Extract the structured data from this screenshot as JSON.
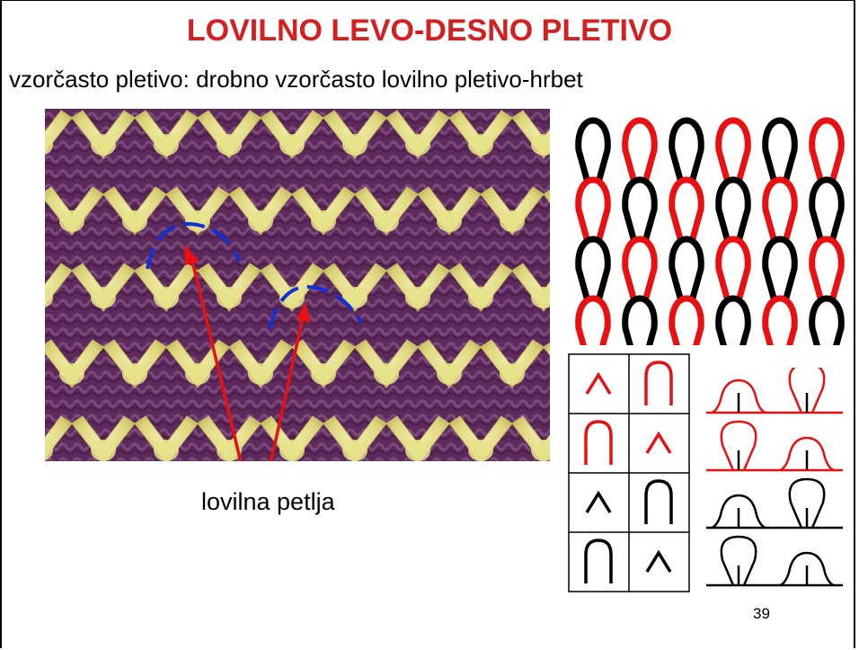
{
  "slide": {
    "title": "LOVILNO LEVO-DESNO PLETIVO",
    "subtitle": "vzorčasto pletivo: drobno vzorčasto lovilno pletivo-hrbet",
    "annotation_label": "lovilna petlja",
    "page_number": "39"
  },
  "colors": {
    "title": "#d42020",
    "accent_red": "#e81010",
    "loop_marker_blue": "#1030d8",
    "yarn_yellow": "#e8e48c",
    "yarn_purple": "#6a3466",
    "stitch_black": "#000000"
  },
  "notation_grid": {
    "rows": [
      [
        "tuck-red",
        "knit-red"
      ],
      [
        "knit-red",
        "tuck-red"
      ],
      [
        "tuck-black",
        "knit-black"
      ],
      [
        "knit-black",
        "tuck-black"
      ]
    ]
  },
  "symbol_rows": [
    {
      "color": "#e81010",
      "order": [
        "tuck",
        "knit"
      ]
    },
    {
      "color": "#e81010",
      "order": [
        "knit",
        "tuck"
      ]
    },
    {
      "color": "#000000",
      "order": [
        "tuck",
        "knit"
      ]
    },
    {
      "color": "#000000",
      "order": [
        "knit",
        "tuck"
      ]
    }
  ]
}
